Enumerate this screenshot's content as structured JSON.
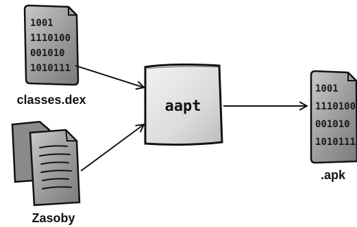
{
  "nodes": {
    "dex": {
      "label": "classes.dex",
      "binary_lines": [
        "1001",
        "1110100",
        "001010",
        "1010111"
      ]
    },
    "resources": {
      "label": "Zasoby"
    },
    "tool": {
      "label": "aapt"
    },
    "apk": {
      "label": ".apk",
      "binary_lines": [
        "1001",
        "1110100",
        "001010",
        "1010111"
      ]
    }
  }
}
